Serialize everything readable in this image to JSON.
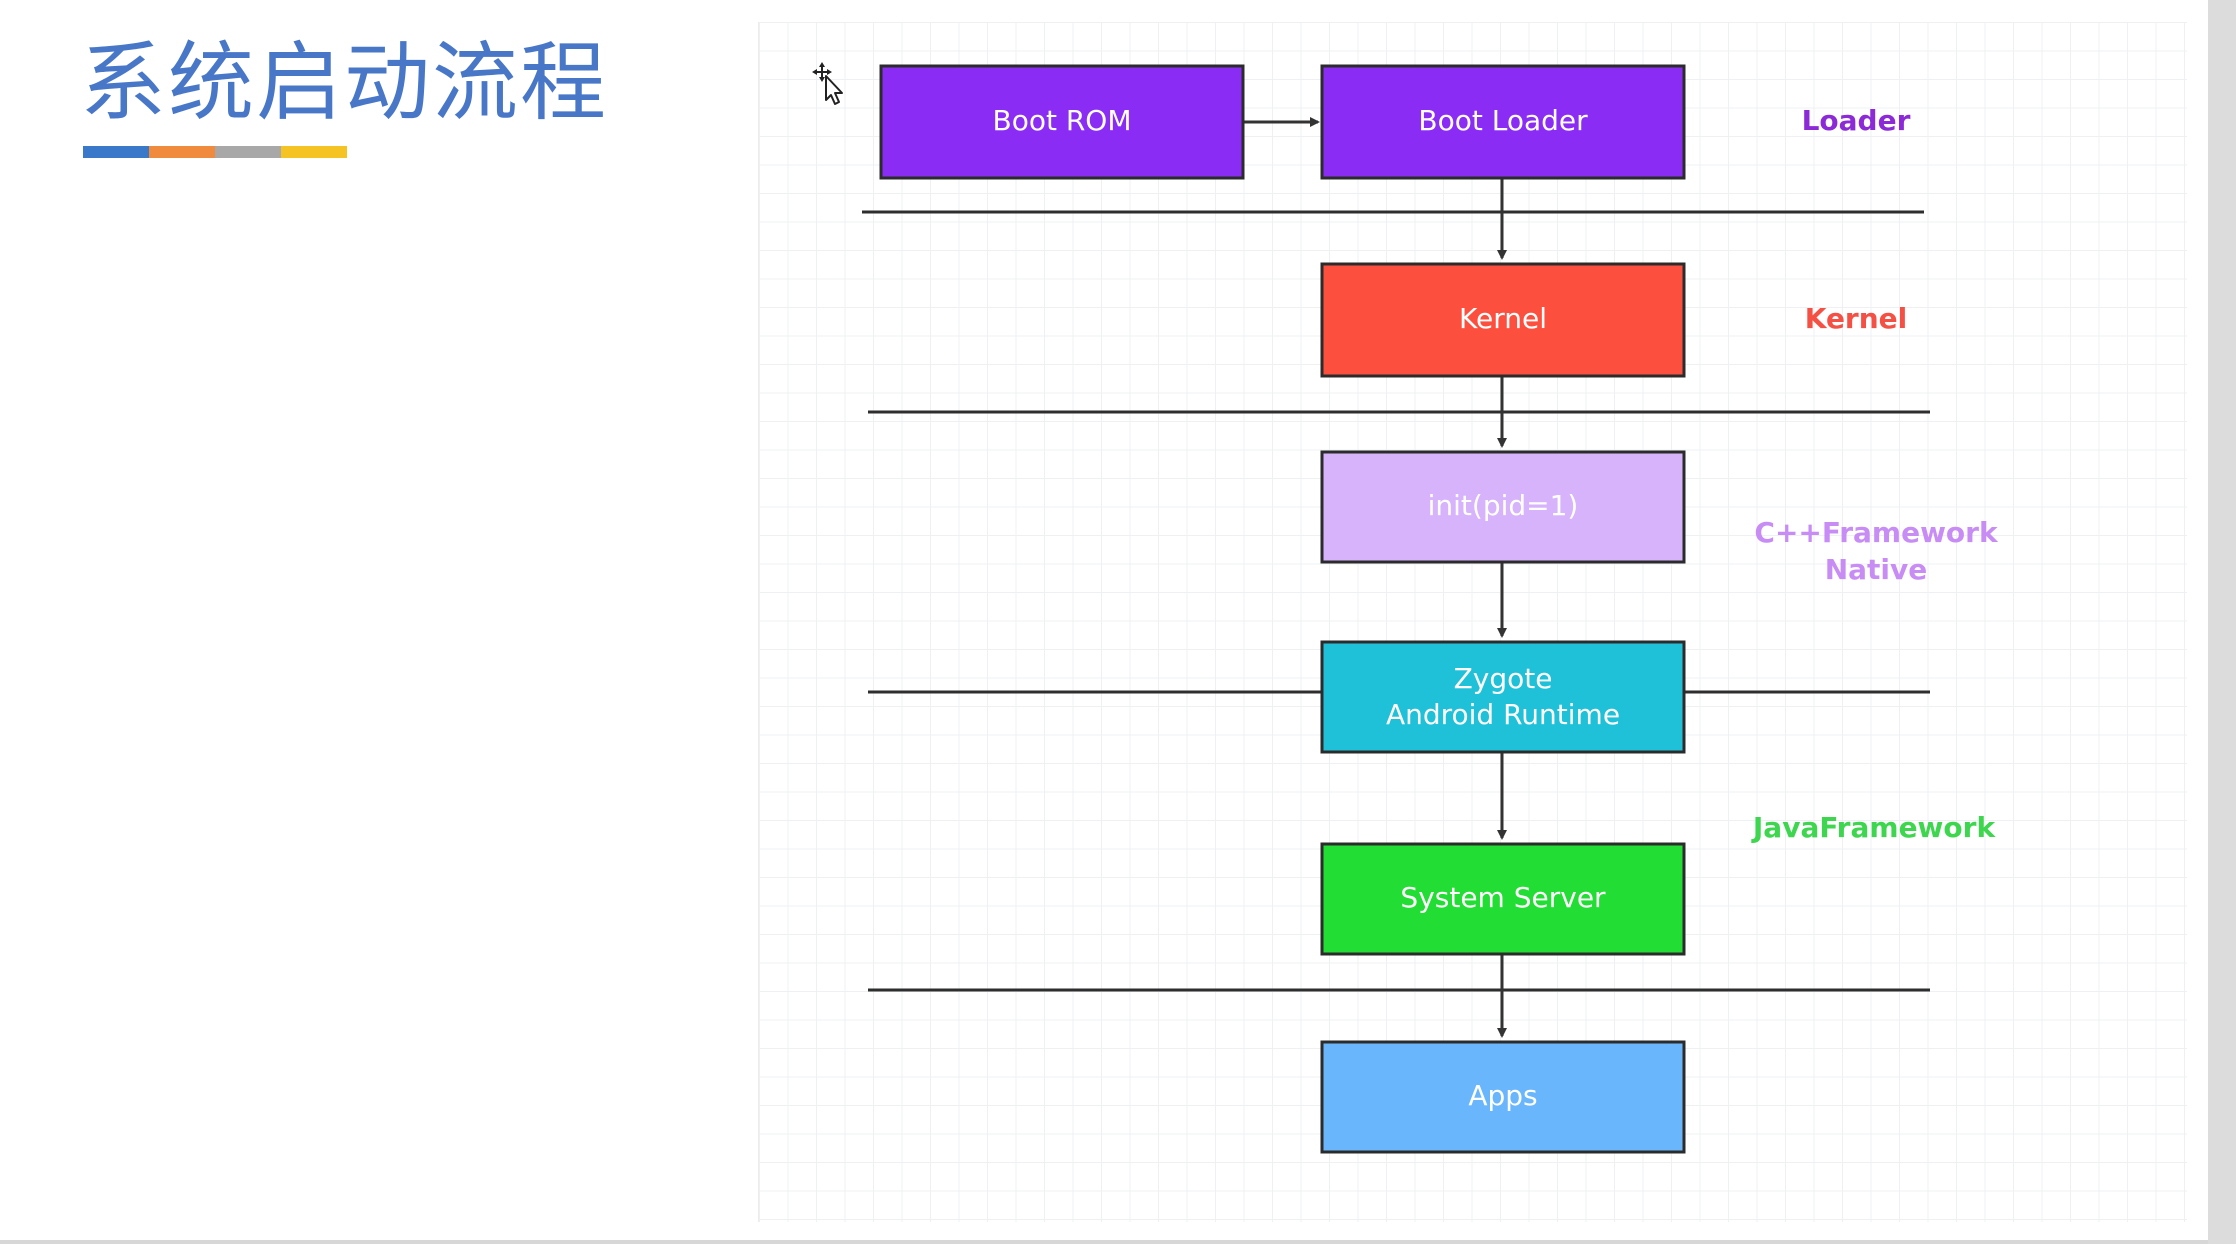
{
  "slide": {
    "title": "系统启动流程",
    "title_bar_colors": [
      "#3a78c9",
      "#f08a3c",
      "#a8a8a8",
      "#f6c324"
    ]
  },
  "diagram": {
    "boxes": {
      "boot_rom": {
        "label": "Boot ROM",
        "color": "#8b2cf5"
      },
      "boot_loader": {
        "label": "Boot Loader",
        "color": "#8b2cf5"
      },
      "kernel": {
        "label": "Kernel",
        "color": "#fd4f3e"
      },
      "init": {
        "label": "init(pid=1)",
        "color": "#d7b3fb"
      },
      "zygote": {
        "line1": "Zygote",
        "line2": "Android Runtime",
        "color": "#1fc1d9"
      },
      "system_server": {
        "label": "System Server",
        "color": "#22dd33"
      },
      "apps": {
        "label": "Apps",
        "color": "#6ab6fd"
      }
    },
    "layers": {
      "loader": {
        "label": "Loader",
        "color": "#8b2ad6"
      },
      "kernel": {
        "label": "Kernel",
        "color": "#f55044"
      },
      "cpp_framework": {
        "line1": "C++Framework",
        "line2": "Native",
        "color": "#c88cf5"
      },
      "java_framework": {
        "label": "JavaFramework",
        "color": "#3ed64f"
      }
    }
  }
}
